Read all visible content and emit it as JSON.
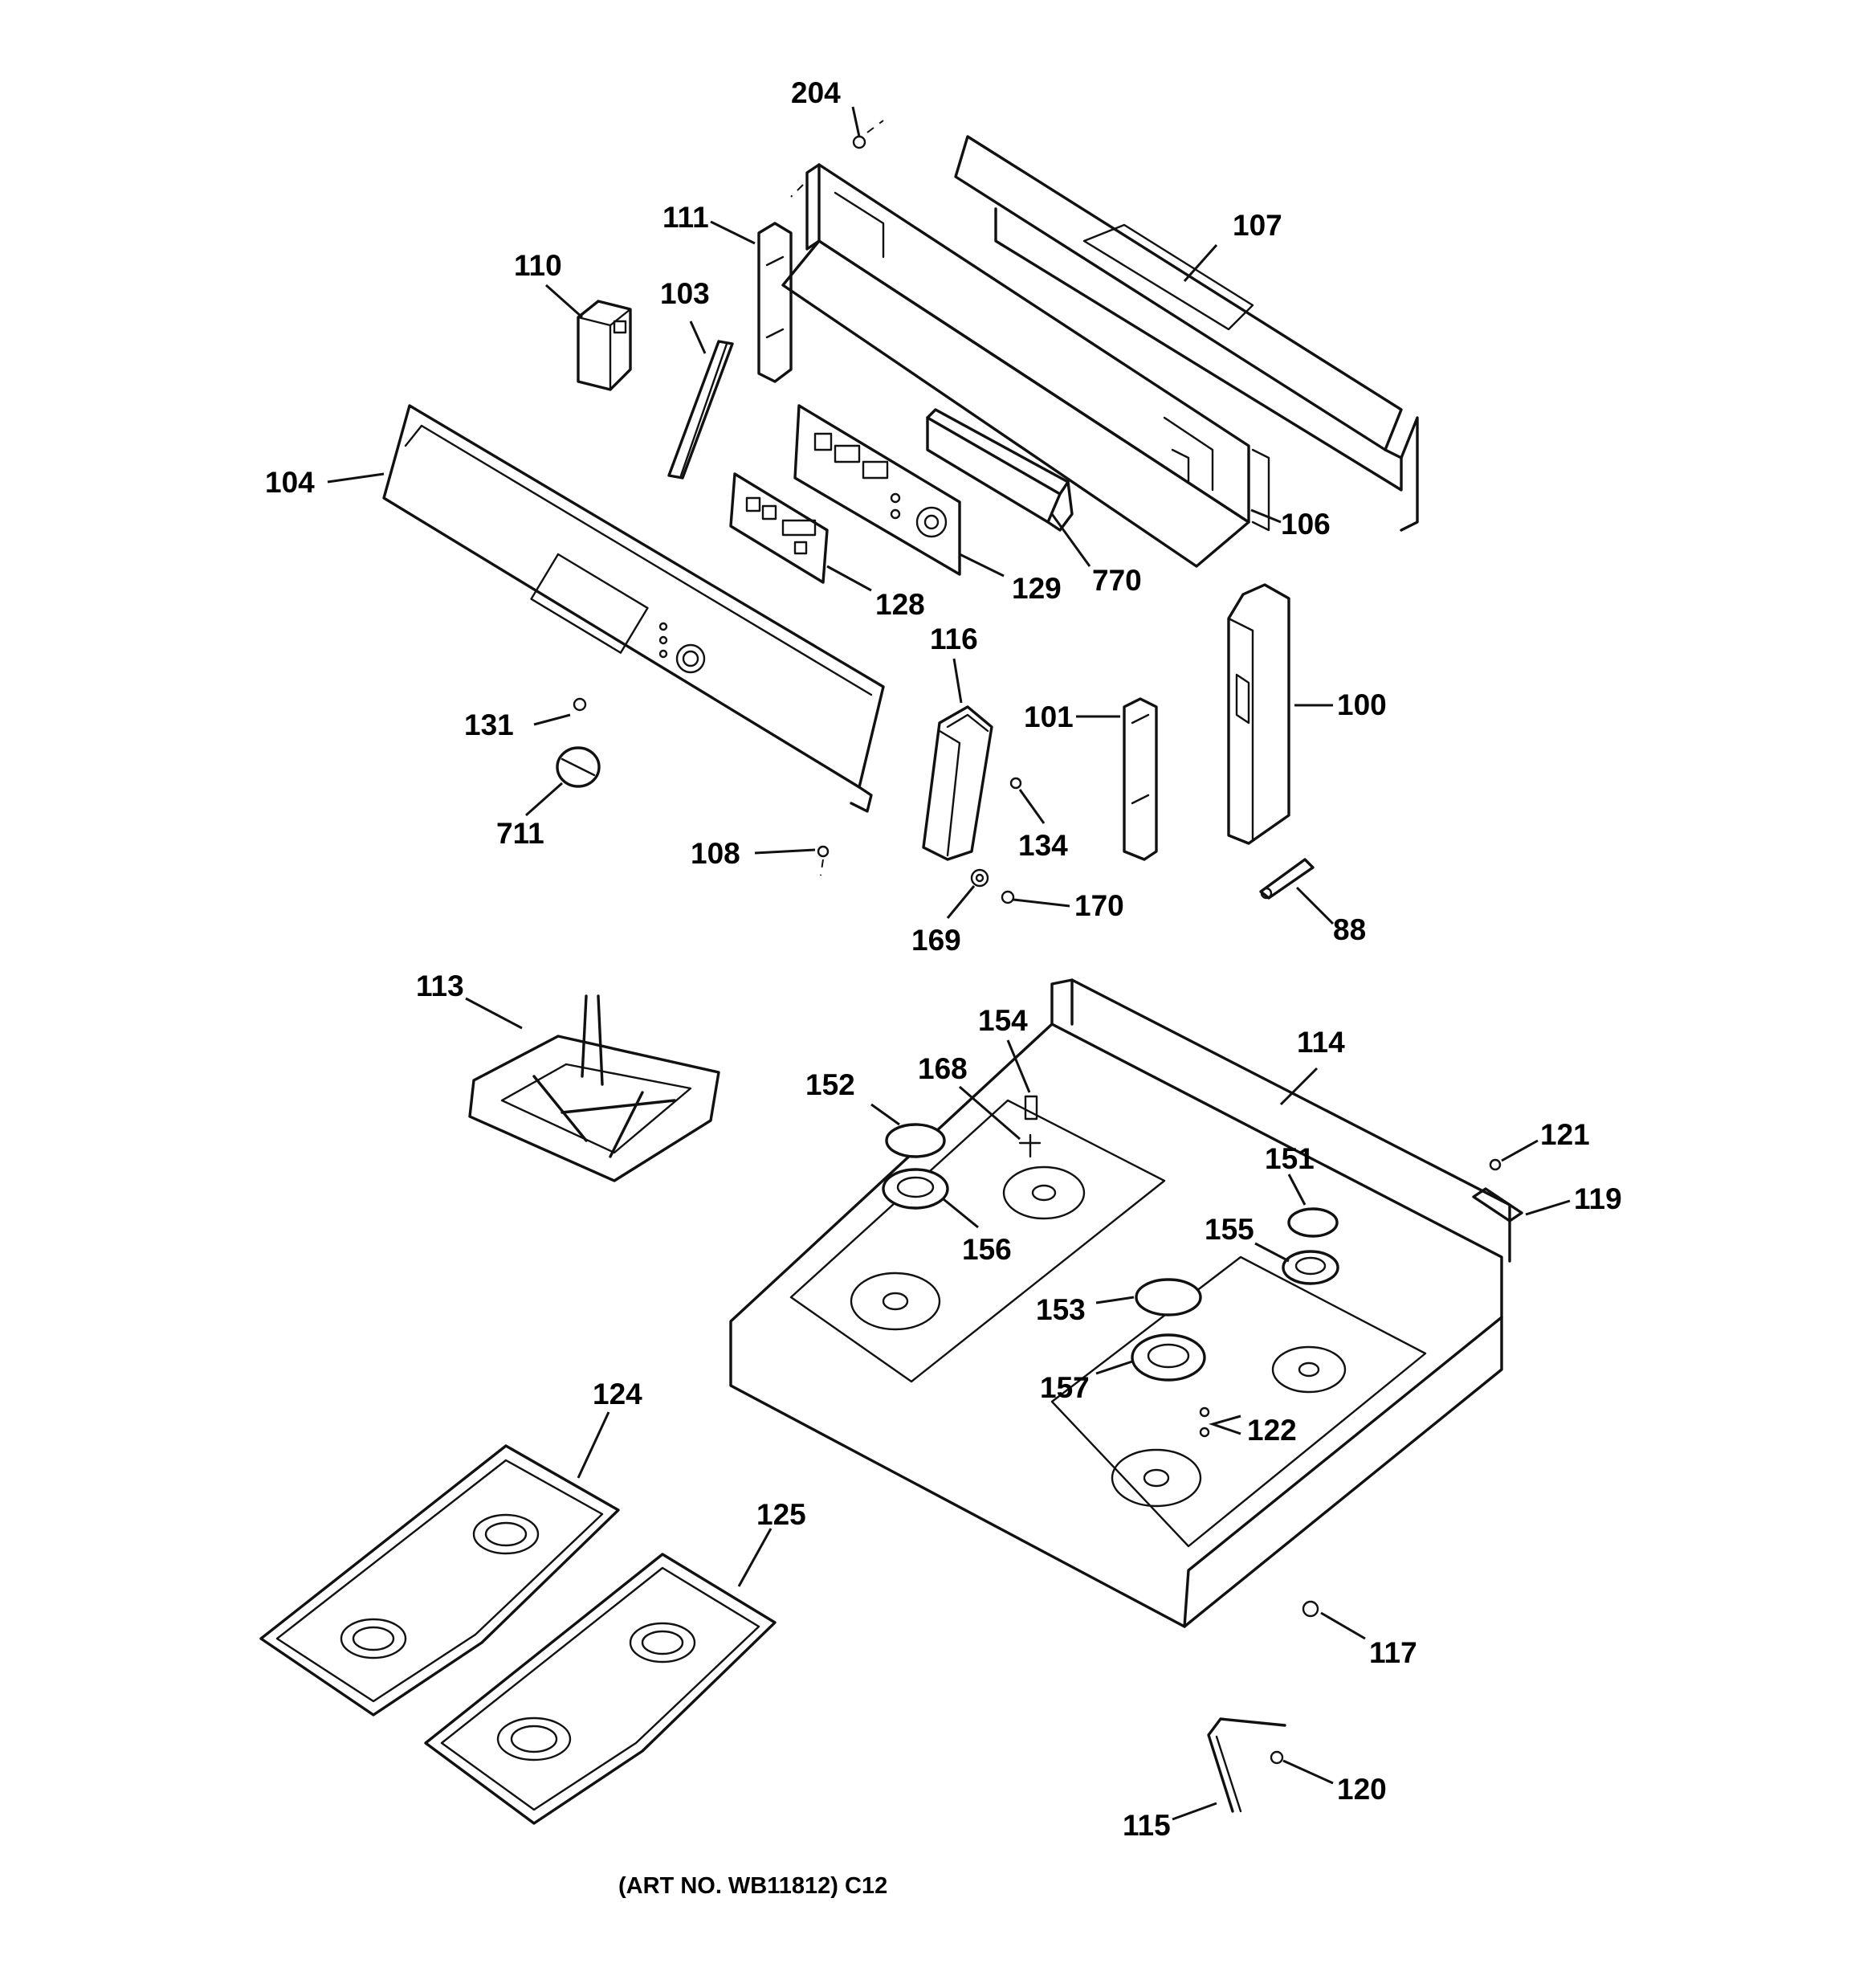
{
  "caption": "(ART NO. WB11812) C12",
  "labels": {
    "l204": "204",
    "l111": "111",
    "l107": "107",
    "l110": "110",
    "l103": "103",
    "l104": "104",
    "l106": "106",
    "l128": "128",
    "l129": "129",
    "l770": "770",
    "l116": "116",
    "l131": "131",
    "l101": "101",
    "l100": "100",
    "l711": "711",
    "l134": "134",
    "l108": "108",
    "l170": "170",
    "l169": "169",
    "l88": "88",
    "l113": "113",
    "l154": "154",
    "l114": "114",
    "l152": "152",
    "l168": "168",
    "l121": "121",
    "l151": "151",
    "l119": "119",
    "l155": "155",
    "l156": "156",
    "l153": "153",
    "l157": "157",
    "l122": "122",
    "l124": "124",
    "l125": "125",
    "l117": "117",
    "l120": "120",
    "l115": "115"
  }
}
